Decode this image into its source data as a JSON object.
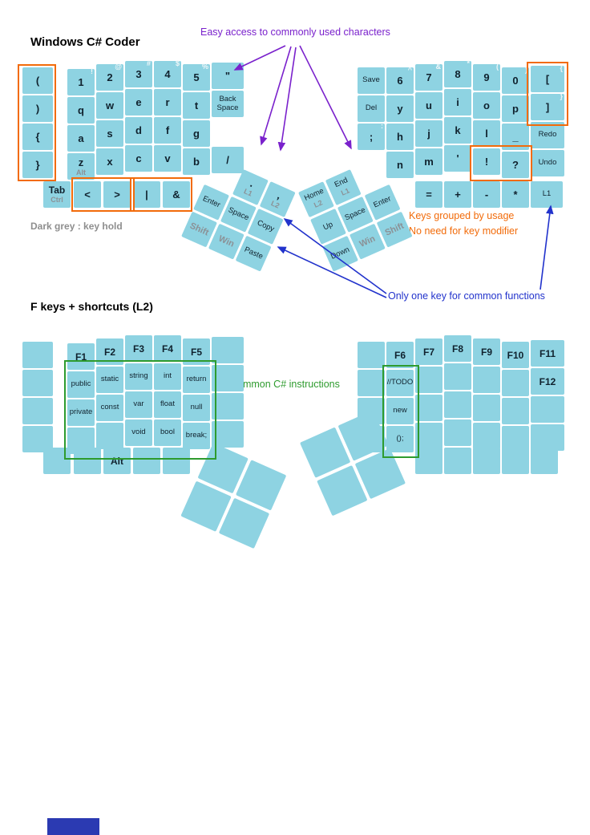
{
  "page": {
    "title": "Windows C# Coder",
    "section2_title": "F keys + shortcuts (L2)"
  },
  "annotations": {
    "easy_access": "Easy access to commonly used characters",
    "key_hold_legend": "Dark grey : key hold",
    "grouped_line1": "Keys grouped by usage",
    "grouped_line2": "No need for key modifier",
    "one_key": "Only one key for common functions",
    "csharp_instructions": "Common C# instructions"
  },
  "colors": {
    "key_fill": "#8ed3e2",
    "key_text": "#10222e",
    "hold_text": "#8b9196",
    "sub_text": "#eef6f8",
    "accent_purple": "#7a21cc",
    "accent_blue": "#2233cc",
    "accent_orange": "#f26b0a",
    "accent_green": "#2e9b2e",
    "footer_color": "#2b3ab2"
  },
  "layer1": {
    "left_main": [
      [
        {
          "l": "("
        },
        {
          "l": "1",
          "s": "!"
        },
        {
          "l": "2",
          "s": "@"
        },
        {
          "l": "3",
          "s": "#"
        },
        {
          "l": "4",
          "s": "$"
        },
        {
          "l": "5",
          "s": "%"
        },
        {
          "l": "\""
        }
      ],
      [
        {
          "l": ")"
        },
        {
          "l": "q"
        },
        {
          "l": "w"
        },
        {
          "l": "e"
        },
        {
          "l": "r"
        },
        {
          "l": "t"
        },
        {
          "l": "Back Space"
        }
      ],
      [
        {
          "l": "{"
        },
        {
          "l": "a"
        },
        {
          "l": "s"
        },
        {
          "l": "d"
        },
        {
          "l": "f"
        },
        {
          "l": "g"
        },
        null
      ],
      [
        {
          "l": "}"
        },
        {
          "l": "z",
          "h": "Alt"
        },
        {
          "l": "x"
        },
        {
          "l": "c"
        },
        {
          "l": "v"
        },
        {
          "l": "b"
        },
        {
          "l": "/"
        }
      ]
    ],
    "left_bottom": [
      {
        "l": "Tab",
        "h": "Ctrl",
        "b": true
      },
      {
        "l": "<"
      },
      {
        "l": ">"
      },
      {
        "l": "|"
      },
      {
        "l": "&"
      }
    ],
    "right_main": [
      [
        {
          "l": "Save"
        },
        {
          "l": "6",
          "s": "^"
        },
        {
          "l": "7",
          "s": "&"
        },
        {
          "l": "8",
          "s": "*"
        },
        {
          "l": "9",
          "s": "("
        },
        {
          "l": "0",
          "s": ")"
        },
        {
          "l": "[",
          "s": "{"
        }
      ],
      [
        {
          "l": "Del"
        },
        {
          "l": "y"
        },
        {
          "l": "u"
        },
        {
          "l": "i"
        },
        {
          "l": "o"
        },
        {
          "l": "p"
        },
        {
          "l": "]",
          "s": "}"
        }
      ],
      [
        {
          "l": ";",
          "s": ":"
        },
        {
          "l": "h"
        },
        {
          "l": "j"
        },
        {
          "l": "k"
        },
        {
          "l": "l"
        },
        {
          "l": "_"
        },
        {
          "l": "Redo"
        }
      ],
      [
        null,
        {
          "l": "n"
        },
        {
          "l": "m"
        },
        {
          "l": "'"
        },
        {
          "l": "!"
        },
        {
          "l": "?"
        },
        {
          "l": "Undo"
        }
      ]
    ],
    "right_bottom": [
      {
        "l": "="
      },
      {
        "l": "+"
      },
      {
        "l": "-"
      },
      {
        "l": "*"
      },
      {
        "l": "L1"
      }
    ],
    "left_thumb": [
      {
        "l": ".",
        "h": "L1"
      },
      {
        "l": ",",
        "h": "L2"
      },
      {
        "l": "Enter"
      },
      {
        "l": "Space"
      },
      {
        "l": "Copy"
      },
      {
        "l": "Shift",
        "ho": true
      },
      {
        "l": "Win",
        "ho": true
      },
      {
        "l": "Paste"
      }
    ],
    "right_thumb": [
      {
        "l": "Home",
        "h": "L2"
      },
      {
        "l": "End",
        "h": "L1"
      },
      {
        "l": "Up"
      },
      {
        "l": "Space"
      },
      {
        "l": "Enter"
      },
      {
        "l": "Down"
      },
      {
        "l": "Win",
        "ho": true
      },
      {
        "l": "Shift",
        "ho": true
      }
    ]
  },
  "layer2": {
    "left_main": [
      [
        {},
        {
          "l": "F1"
        },
        {
          "l": "F2"
        },
        {
          "l": "F3"
        },
        {
          "l": "F4"
        },
        {
          "l": "F5"
        },
        {}
      ],
      [
        {},
        {
          "l": "public"
        },
        {
          "l": "static"
        },
        {
          "l": "string"
        },
        {
          "l": "int"
        },
        {
          "l": "return"
        },
        {}
      ],
      [
        {},
        {
          "l": "private"
        },
        {
          "l": "const"
        },
        {
          "l": "var"
        },
        {
          "l": "float"
        },
        {
          "l": "null"
        },
        {}
      ],
      [
        {},
        {},
        {},
        {
          "l": "void"
        },
        {
          "l": "bool"
        },
        {
          "l": "break;"
        },
        {}
      ]
    ],
    "left_bottom": [
      {},
      {},
      {
        "l": "Alt",
        "b": true
      },
      {},
      {}
    ],
    "right_main": [
      [
        {},
        {
          "l": "F6"
        },
        {
          "l": "F7"
        },
        {
          "l": "F8"
        },
        {
          "l": "F9"
        },
        {
          "l": "F10"
        },
        {
          "l": "F11"
        }
      ],
      [
        {},
        {
          "l": "//TODO"
        },
        {},
        {},
        {},
        {},
        {
          "l": "F12"
        }
      ],
      [
        {},
        {
          "l": "new"
        },
        {},
        {},
        {},
        {},
        {}
      ],
      [
        {},
        {
          "l": "();"
        },
        {},
        {},
        {},
        {},
        {}
      ]
    ],
    "right_bottom": [
      {},
      {},
      {},
      {},
      {}
    ],
    "left_thumb": [
      {},
      {},
      {},
      {}
    ],
    "right_thumb": [
      {},
      {},
      {},
      {}
    ]
  }
}
